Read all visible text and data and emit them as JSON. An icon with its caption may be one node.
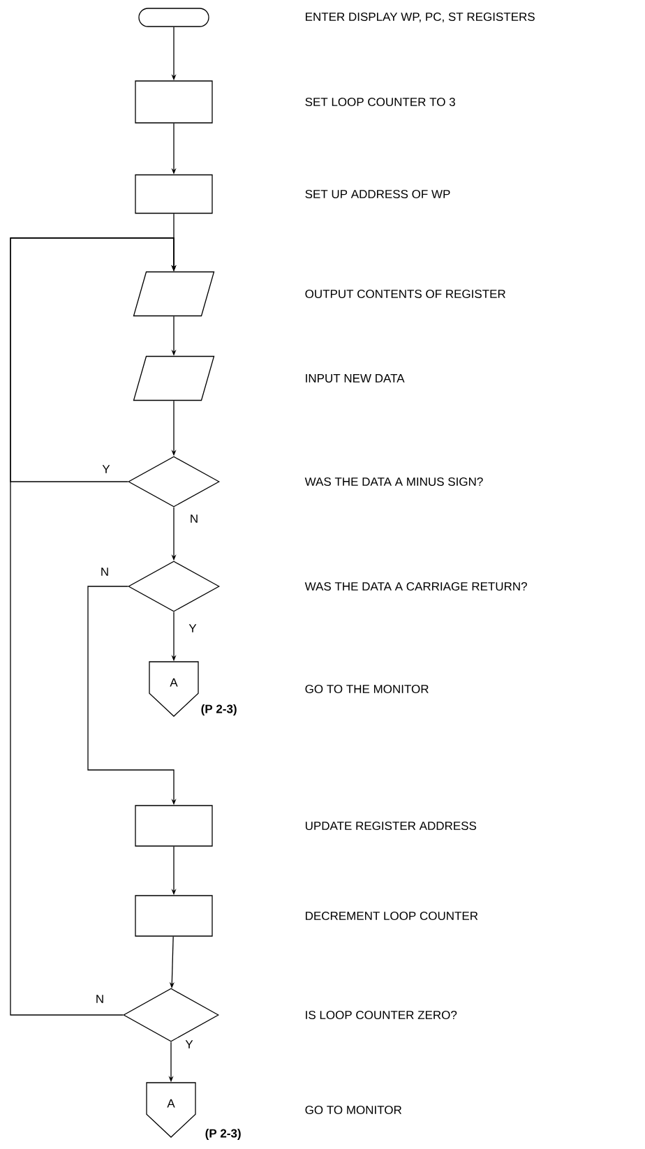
{
  "diagram": {
    "nodes": [
      {
        "text": [],
        "shape": "terminal"
      },
      {
        "text": [],
        "shape": "box"
      },
      {
        "text": [],
        "shape": "box"
      },
      {
        "text": [],
        "shape": "parallelogram"
      },
      {
        "text": [],
        "shape": "parallelogram"
      },
      {
        "text": [],
        "shape": "diamond"
      },
      {
        "text": [],
        "shape": "diamond"
      },
      {
        "text": [
          "A"
        ],
        "beside": [
          "(P 2-3)"
        ]
      },
      {
        "text": [],
        "shape": "box"
      },
      {
        "text": [],
        "shape": "box"
      },
      {
        "text": [],
        "shape": "diamond"
      },
      {
        "text": [
          "A"
        ],
        "beside": [
          "(P 2-3)"
        ]
      }
    ],
    "edges": [
      {
        "from": 0,
        "to": 1,
        "arrow": "to"
      },
      {
        "from": 1,
        "to": 2,
        "arrow": "to"
      },
      {
        "from": 2,
        "to": 3,
        "arrow": "to"
      },
      {
        "from": 3,
        "to": 4,
        "arrow": "to"
      },
      {
        "from": 4,
        "to": 5,
        "arrow": "to"
      },
      {
        "from": 5,
        "to": 3,
        "arrow": "to",
        "label": "Y"
      },
      {
        "from": 5,
        "to": 6,
        "arrow": "to",
        "label": "N"
      },
      {
        "from": 6,
        "to": 7,
        "arrow": "to",
        "label": "Y"
      },
      {
        "from": 6,
        "to": 8,
        "arrow": "to",
        "label": "N"
      },
      {
        "from": 8,
        "to": 9,
        "arrow": "to"
      },
      {
        "from": 9,
        "to": 10,
        "arrow": "to"
      },
      {
        "from": 10,
        "to": 11,
        "arrow": "to",
        "label": "Y"
      },
      {
        "from": 10,
        "to": 3,
        "arrow": "to",
        "label": "N"
      }
    ],
    "labels": [
      "ENTER DISPLAY WP, PC, ST REGISTERS",
      "SET LOOP COUNTER TO 3",
      "SET UP ADDRESS OF WP",
      "OUTPUT CONTENTS OF REGISTER",
      "INPUT NEW DATA",
      "WAS THE DATA A MINUS SIGN?",
      "WAS THE DATA A CARRIAGE RETURN?",
      "GO TO THE MONITOR",
      "UPDATE REGISTER ADDRESS",
      "DECREMENT LOOP COUNTER",
      "IS LOOP COUNTER ZERO?",
      "GO TO MONITOR"
    ]
  }
}
